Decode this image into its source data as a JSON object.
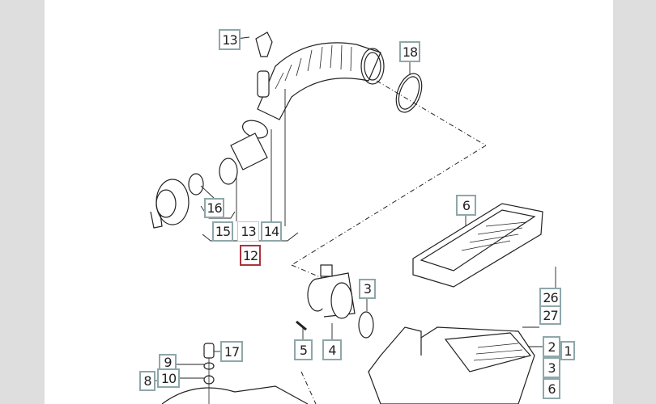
{
  "diagram": {
    "callouts": [
      {
        "id": "c13a",
        "text": "13"
      },
      {
        "id": "c18",
        "text": "18"
      },
      {
        "id": "c16",
        "text": "16"
      },
      {
        "id": "c15",
        "text": "15"
      },
      {
        "id": "c13b",
        "text": "13"
      },
      {
        "id": "c14",
        "text": "14"
      },
      {
        "id": "c12",
        "text": "12",
        "selected": true
      },
      {
        "id": "c6a",
        "text": "6"
      },
      {
        "id": "c3a",
        "text": "3"
      },
      {
        "id": "c26",
        "text": "26"
      },
      {
        "id": "c27",
        "text": "27"
      },
      {
        "id": "c5",
        "text": "5"
      },
      {
        "id": "c4",
        "text": "4"
      },
      {
        "id": "c17",
        "text": "17"
      },
      {
        "id": "c2",
        "text": "2"
      },
      {
        "id": "c1",
        "text": "1"
      },
      {
        "id": "c3b",
        "text": "3"
      },
      {
        "id": "c6b",
        "text": "6"
      },
      {
        "id": "c9",
        "text": "9"
      },
      {
        "id": "c10",
        "text": "10"
      },
      {
        "id": "c8",
        "text": "8"
      }
    ],
    "colors": {
      "callout_border": "#8ea7aa",
      "selected_border": "#a8343c",
      "side_panel": "#dedede"
    }
  }
}
